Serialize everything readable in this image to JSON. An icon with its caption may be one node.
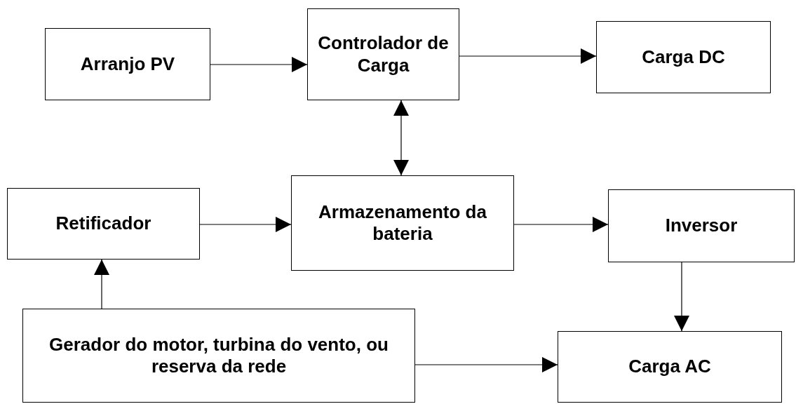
{
  "diagram": {
    "nodes": [
      {
        "text": [
          "Arranjo PV"
        ]
      },
      {
        "text": [
          "Controlador de Carga"
        ]
      },
      {
        "text": [
          "Carga DC"
        ]
      },
      {
        "text": [
          "Retificador"
        ]
      },
      {
        "text": [
          "Armazenamento da bateria"
        ]
      },
      {
        "text": [
          "Inversor"
        ]
      },
      {
        "text": [
          "Gerador do motor, turbina do vento, ou reserva da rede"
        ]
      },
      {
        "text": [
          "Carga AC"
        ]
      }
    ],
    "edges": [
      {
        "from": 0,
        "to": 1,
        "arrow": "to"
      },
      {
        "from": 1,
        "to": 2,
        "arrow": "to"
      },
      {
        "from": 1,
        "to": 4,
        "arrow": "both"
      },
      {
        "from": 3,
        "to": 4,
        "arrow": "to"
      },
      {
        "from": 4,
        "to": 5,
        "arrow": "to"
      },
      {
        "from": 5,
        "to": 7,
        "arrow": "to"
      },
      {
        "from": 6,
        "to": 3,
        "arrow": "to"
      },
      {
        "from": 6,
        "to": 7,
        "arrow": "to"
      }
    ]
  }
}
